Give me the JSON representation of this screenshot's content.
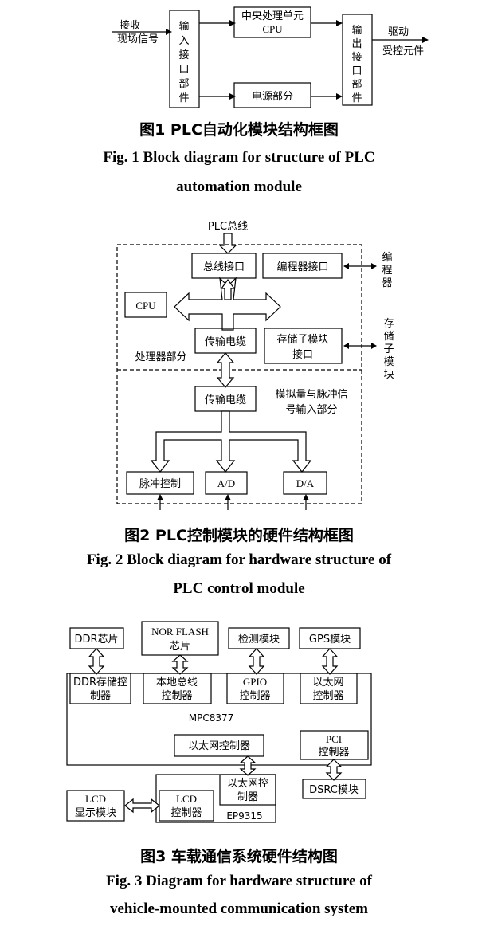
{
  "fig1": {
    "input_label_1": "接收",
    "input_label_2": "现场信号",
    "input_module": [
      "输",
      "入",
      "接",
      "口",
      "部",
      "件"
    ],
    "cpu_label_1": "中央处理单元",
    "cpu_label_2": "CPU",
    "power_label": "电源部分",
    "output_module": [
      "输",
      "出",
      "接",
      "口",
      "部",
      "件"
    ],
    "output_label_1": "驱动",
    "output_label_2": "受控元件",
    "caption_cn": "图1  PLC自动化模块结构框图",
    "caption_en_1": "Fig. 1  Block diagram for structure of PLC",
    "caption_en_2": "automation module"
  },
  "fig2": {
    "bus_label": "PLC总线",
    "bus_interface": "总线接口",
    "programmer_interface": "编程器接口",
    "programmer": [
      "编",
      "程",
      "器"
    ],
    "cpu": "CPU",
    "cable_upper": "传输电缆",
    "storage_interface_1": "存储子模块",
    "storage_interface_2": "接口",
    "storage_module": [
      "存",
      "储",
      "子",
      "模",
      "块"
    ],
    "processor_part": "处理器部分",
    "cable_lower": "传输电缆",
    "analog_part_1": "模拟量与脉冲信",
    "analog_part_2": "号输入部分",
    "pulse_control": "脉冲控制",
    "ad": "A/D",
    "da": "D/A",
    "caption_cn": "图2  PLC控制模块的硬件结构框图",
    "caption_en_1": "Fig. 2  Block diagram for hardware structure of",
    "caption_en_2": "PLC control module"
  },
  "fig3": {
    "ddr_chip": "DDR芯片",
    "nor_flash_1": "NOR  FLASH",
    "nor_flash_2": "芯片",
    "detect_module": "检测模块",
    "gps_module": "GPS模块",
    "ddr_ctrl_1": "DDR存储控",
    "ddr_ctrl_2": "制器",
    "local_bus_1": "本地总线",
    "local_bus_2": "控制器",
    "gpio_1": "GPIO",
    "gpio_2": "控制器",
    "eth_ctrl_1": "以太网",
    "eth_ctrl_2": "控制器",
    "mpc": "MPC8377",
    "eth_ctrl_mid": "以太网控制器",
    "pci_1": "PCI",
    "pci_2": "控制器",
    "ep_eth_1": "以太网控",
    "ep_eth_2": "制器",
    "lcd_ctrl_1": "LCD",
    "lcd_ctrl_2": "控制器",
    "ep": "EP9315",
    "lcd_display_1": "LCD",
    "lcd_display_2": "显示模块",
    "dsrc": "DSRC模块",
    "caption_cn": "图3  车载通信系统硬件结构图",
    "caption_en_1": "Fig. 3  Diagram for hardware structure of",
    "caption_en_2": "vehicle-mounted communication system"
  }
}
